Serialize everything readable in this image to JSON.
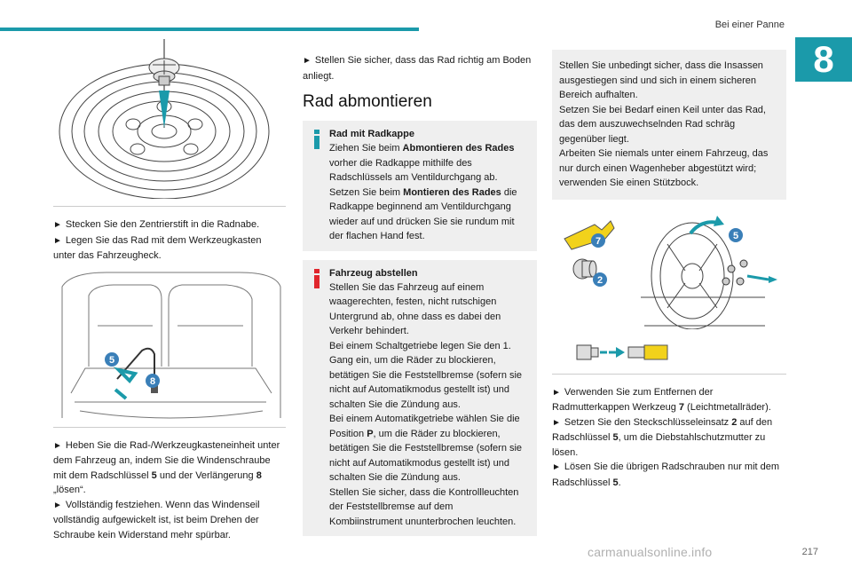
{
  "header": {
    "title": "Bei einer Panne",
    "chapter": "8"
  },
  "page_number": "217",
  "watermark": "carmanualsonline.info",
  "col1": {
    "step1": "Stecken Sie den Zentrierstift in die Radnabe.",
    "step2": "Legen Sie das Rad mit dem Werkzeugkasten unter das Fahrzeugheck.",
    "step3_a": "Heben Sie die Rad-/Werkzeugkasteneinheit unter dem Fahrzeug an, indem Sie die Windenschraube mit dem Radschlüssel ",
    "step3_b": "5",
    "step3_c": " und der Verlängerung ",
    "step3_d": "8",
    "step3_e": " „lösen“.",
    "step4": "Vollständig festziehen. Wenn das Windenseil vollständig aufgewickelt ist, ist beim Drehen der Schraube kein Widerstand mehr spürbar.",
    "badge5": "5",
    "badge8": "8"
  },
  "col2": {
    "step_top": "Stellen Sie sicher, dass das Rad richtig am Boden anliegt.",
    "heading": "Rad abmontieren",
    "box1_title": "Rad mit Radkappe",
    "box1_a": "Ziehen Sie beim ",
    "box1_b": "Abmontieren des Rades",
    "box1_c": " vorher die Radkappe mithilfe des Radschlüssels am Ventildurchgang ab.",
    "box1_d": "Setzen Sie beim ",
    "box1_e": "Montieren des Rades",
    "box1_f": " die Radkappe beginnend am Ventildurchgang wieder auf und drücken Sie sie rundum mit der flachen Hand fest.",
    "box2_title": "Fahrzeug abstellen",
    "box2_l1": "Stellen Sie das Fahrzeug auf einem waagerechten, festen, nicht rutschigen Untergrund ab, ohne dass es dabei den Verkehr behindert.",
    "box2_l2": "Bei einem Schaltgetriebe legen Sie den 1. Gang ein, um die Räder zu blockieren, betätigen Sie die Feststellbremse (sofern sie nicht auf Automatikmodus gestellt ist) und schalten Sie die Zündung aus.",
    "box2_l3a": "Bei einem Automatikgetriebe wählen Sie die Position ",
    "box2_l3b": "P",
    "box2_l3c": ", um die Räder zu blockieren, betätigen Sie die Feststellbremse (sofern sie nicht auf Automatikmodus gestellt ist) und schalten Sie die Zündung aus.",
    "box2_l4": "Stellen Sie sicher, dass die Kontrollleuchten der Feststellbremse auf dem Kombiinstrument ununterbrochen leuchten."
  },
  "col3": {
    "panel_l1": "Stellen Sie unbedingt sicher, dass die Insassen ausgestiegen sind und sich in einem sicheren Bereich aufhalten.",
    "panel_l2": "Setzen Sie bei Bedarf einen Keil unter das Rad, das dem auszuwechselnden Rad schräg gegenüber liegt.",
    "panel_l3": "Arbeiten Sie niemals unter einem Fahrzeug, das nur durch einen Wagenheber abgestützt wird; verwenden Sie einen Stützbock.",
    "badge7": "7",
    "badge5": "5",
    "badge2": "2",
    "step1a": "Verwenden Sie zum Entfernen der Radmutterkappen Werkzeug ",
    "step1b": "7",
    "step1c": " (Leichtmetallräder).",
    "step2a": "Setzen Sie den Steckschlüsseleinsatz ",
    "step2b": "2",
    "step2c": " auf den Radschlüssel ",
    "step2d": "5",
    "step2e": ", um die Diebstahlschutzmutter zu lösen.",
    "step3a": "Lösen Sie die übrigen Radschrauben nur mit dem Radschlüssel ",
    "step3b": "5",
    "step3c": "."
  },
  "colors": {
    "accent": "#1b9aaa",
    "warning": "#e0262d",
    "badge": "#3a7fb8",
    "tool": "#f2d21b"
  },
  "icons": [
    "info-icon",
    "warning-icon",
    "arrow-right-icon"
  ]
}
